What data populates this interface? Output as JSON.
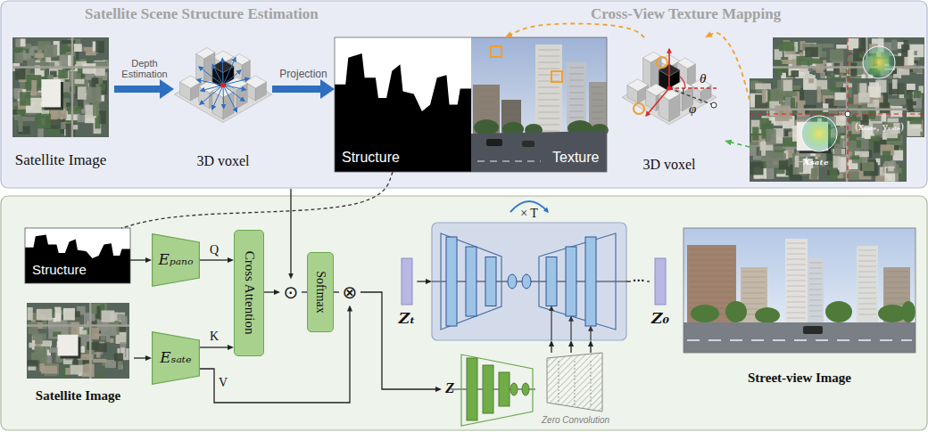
{
  "diagram": {
    "nodes": [
      {
        "text": [
          "Satellite Scene Structure Estimation",
          "Cross-View Texture Mapping"
        ]
      },
      {
        "text": [
          "Satellite Image"
        ],
        "in": 0
      },
      {
        "text": [
          "3D voxel"
        ],
        "in": 0
      },
      {
        "text": [
          "Structure",
          "Texture"
        ],
        "in": 0
      },
      {
        "text": [
          "3D voxel",
          "θ",
          "φ"
        ],
        "in": 0
      },
      {
        "text": [
          "(xₛₐₜₑ, yₛₐₜₑ)",
          "xₛₐₜₑ"
        ],
        "in": 0
      },
      {
        "text": [
          "Structure"
        ]
      },
      {
        "text": [
          "Satellite Image"
        ]
      },
      {
        "text": [
          "Eₚₐₙₒ"
        ]
      },
      {
        "text": [
          "Eₛₐₜₑ"
        ]
      },
      {
        "text": [
          "Cross Attention"
        ]
      },
      {
        "text": [
          "⊙"
        ]
      },
      {
        "text": [
          "Softmax"
        ]
      },
      {
        "text": [
          "⊗"
        ]
      },
      {
        "text": [
          "Zₜ"
        ]
      },
      {
        "text": [
          "× T"
        ]
      },
      {
        "text": [
          "Z₀"
        ]
      },
      {
        "text": [
          "Street-view Image"
        ]
      },
      {
        "text": [
          "Z",
          "Zero Convolution"
        ]
      }
    ],
    "edges": [
      {
        "from": 1,
        "to": 2,
        "label": "Depth Estimation",
        "arrow": "to"
      },
      {
        "from": 2,
        "to": 3,
        "label": "Projection",
        "arrow": "to"
      },
      {
        "from": 5,
        "to": 4,
        "arrow": "to"
      },
      {
        "from": 5,
        "to": 4,
        "arrow": "to"
      },
      {
        "from": 4,
        "to": 3,
        "arrow": "to"
      },
      {
        "from": 3,
        "to": 6,
        "arrow": "none"
      },
      {
        "from": 6,
        "to": 8,
        "arrow": "to"
      },
      {
        "from": 7,
        "to": 9,
        "arrow": "to"
      },
      {
        "from": 8,
        "to": 10,
        "label": "Q",
        "arrow": "to"
      },
      {
        "from": 9,
        "to": 10,
        "label": "K",
        "arrow": "to"
      },
      {
        "from": 9,
        "to": 13,
        "label": "V",
        "arrow": "to"
      },
      {
        "from": 10,
        "to": 11,
        "arrow": "to"
      },
      {
        "from": 0,
        "to": 11,
        "arrow": "to"
      },
      {
        "from": 11,
        "to": 12,
        "arrow": "none"
      },
      {
        "from": 12,
        "to": 13,
        "arrow": "none"
      },
      {
        "from": 13,
        "to": 18,
        "arrow": "to"
      },
      {
        "from": 14,
        "to": 15,
        "arrow": "to"
      },
      {
        "from": 15,
        "to": 16,
        "label": "···",
        "arrow": "none"
      },
      {
        "from": 18,
        "to": 15,
        "arrow": "to"
      },
      {
        "from": 18,
        "to": 15,
        "arrow": "to"
      },
      {
        "from": 18,
        "to": 15,
        "arrow": "to"
      }
    ]
  }
}
